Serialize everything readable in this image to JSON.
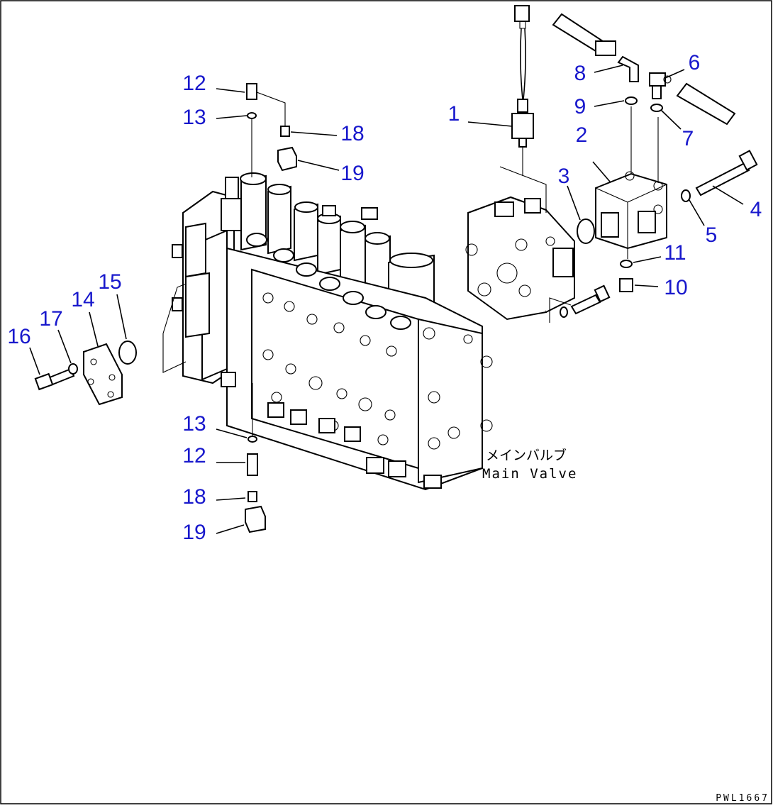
{
  "diagram": {
    "caption_jp": "メインバルブ",
    "caption_en": "Main Valve",
    "drawing_code": "PWL1667",
    "callouts": [
      {
        "id": "c1",
        "text": "1"
      },
      {
        "id": "c2",
        "text": "2"
      },
      {
        "id": "c3",
        "text": "3"
      },
      {
        "id": "c4",
        "text": "4"
      },
      {
        "id": "c5",
        "text": "5"
      },
      {
        "id": "c6",
        "text": "6"
      },
      {
        "id": "c7",
        "text": "7"
      },
      {
        "id": "c8",
        "text": "8"
      },
      {
        "id": "c9",
        "text": "9"
      },
      {
        "id": "c10",
        "text": "10"
      },
      {
        "id": "c11",
        "text": "11"
      },
      {
        "id": "c12a",
        "text": "12"
      },
      {
        "id": "c13a",
        "text": "13"
      },
      {
        "id": "c18a",
        "text": "18"
      },
      {
        "id": "c19a",
        "text": "19"
      },
      {
        "id": "c14",
        "text": "14"
      },
      {
        "id": "c15",
        "text": "15"
      },
      {
        "id": "c16",
        "text": "16"
      },
      {
        "id": "c17",
        "text": "17"
      },
      {
        "id": "c13b",
        "text": "13"
      },
      {
        "id": "c12b",
        "text": "12"
      },
      {
        "id": "c18b",
        "text": "18"
      },
      {
        "id": "c19b",
        "text": "19"
      }
    ]
  }
}
